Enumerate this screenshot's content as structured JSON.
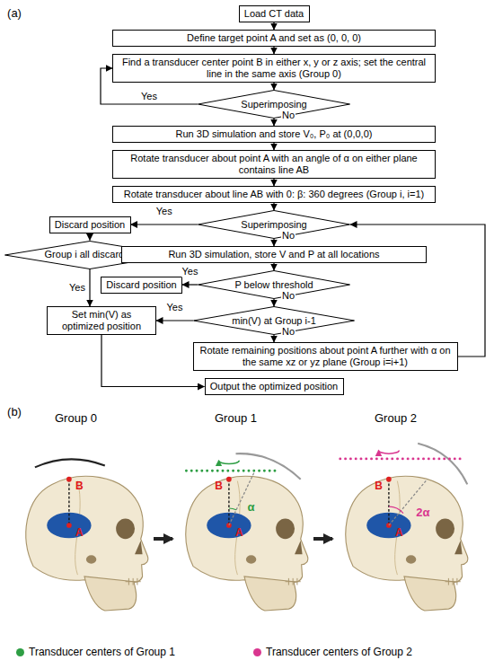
{
  "diagram": {
    "nodes": [
      {
        "text": [
          "Load CT data"
        ]
      },
      {
        "text": [
          "Define target point A and set as (0, 0, 0)"
        ]
      },
      {
        "text": [
          "Find a transducer center point B in either x, y or z axis; set the central line in the same axis (Group 0)"
        ]
      },
      {
        "text": [
          "Superimposing"
        ]
      },
      {
        "text": [
          "Run 3D simulation and store V₀, P₀ at (0,0,0)"
        ]
      },
      {
        "text": [
          "Rotate transducer about point A with an angle of α on either plane contains line AB"
        ]
      },
      {
        "text": [
          "Rotate transducer about line AB with 0: β: 360 degrees (Group i, i=1)"
        ]
      },
      {
        "text": [
          "Superimposing"
        ]
      },
      {
        "text": [
          "Discard position"
        ]
      },
      {
        "text": [
          "Group i all discarded"
        ]
      },
      {
        "text": [
          "Run 3D simulation, store V and P at all locations"
        ]
      },
      {
        "text": [
          "Discard position"
        ]
      },
      {
        "text": [
          "P below threshold"
        ]
      },
      {
        "text": [
          "Set min(V) as optimized position"
        ]
      },
      {
        "text": [
          "min(V) at Group i-1"
        ]
      },
      {
        "text": [
          "Rotate remaining positions about point A further with α on the same xz or yz plane (Group i=i+1)"
        ]
      },
      {
        "text": [
          "Output the optimized position"
        ]
      }
    ],
    "edges": [
      {
        "from": 0,
        "to": 1,
        "arrow": "to"
      },
      {
        "from": 1,
        "to": 2,
        "arrow": "to"
      },
      {
        "from": 2,
        "to": 3,
        "arrow": "to"
      },
      {
        "from": 3,
        "to": 2,
        "label": "Yes",
        "arrow": "to"
      },
      {
        "from": 3,
        "to": 4,
        "label": "No",
        "arrow": "to"
      },
      {
        "from": 4,
        "to": 5,
        "arrow": "to"
      },
      {
        "from": 5,
        "to": 6,
        "arrow": "to"
      },
      {
        "from": 6,
        "to": 7,
        "arrow": "to"
      },
      {
        "from": 7,
        "to": 8,
        "label": "Yes",
        "arrow": "to"
      },
      {
        "from": 7,
        "to": 10,
        "label": "No",
        "arrow": "to"
      },
      {
        "from": 8,
        "to": 9,
        "arrow": "to"
      },
      {
        "from": 9,
        "to": 13,
        "label": "Yes",
        "arrow": "to"
      },
      {
        "from": 10,
        "to": 12,
        "arrow": "to"
      },
      {
        "from": 12,
        "to": 11,
        "label": "Yes",
        "arrow": "to"
      },
      {
        "from": 12,
        "to": 14,
        "label": "No",
        "arrow": "to"
      },
      {
        "from": 14,
        "to": 13,
        "label": "Yes",
        "arrow": "to"
      },
      {
        "from": 14,
        "to": 15,
        "label": "No",
        "arrow": "to"
      },
      {
        "from": 15,
        "to": 7,
        "arrow": "to"
      },
      {
        "from": 13,
        "to": 16,
        "arrow": "to"
      }
    ],
    "labels": [
      "(a)",
      "(b)",
      "Group 0",
      "B",
      "A",
      "Group 1",
      "B",
      "α",
      "A",
      "Group 2",
      "B",
      "2α",
      "A"
    ],
    "legend": [
      {
        "text": "Transducer centers of Group 1",
        "color": "#2e9e44"
      },
      {
        "text": "Transducer centers of Group 2",
        "color": "#d9368f"
      }
    ]
  }
}
